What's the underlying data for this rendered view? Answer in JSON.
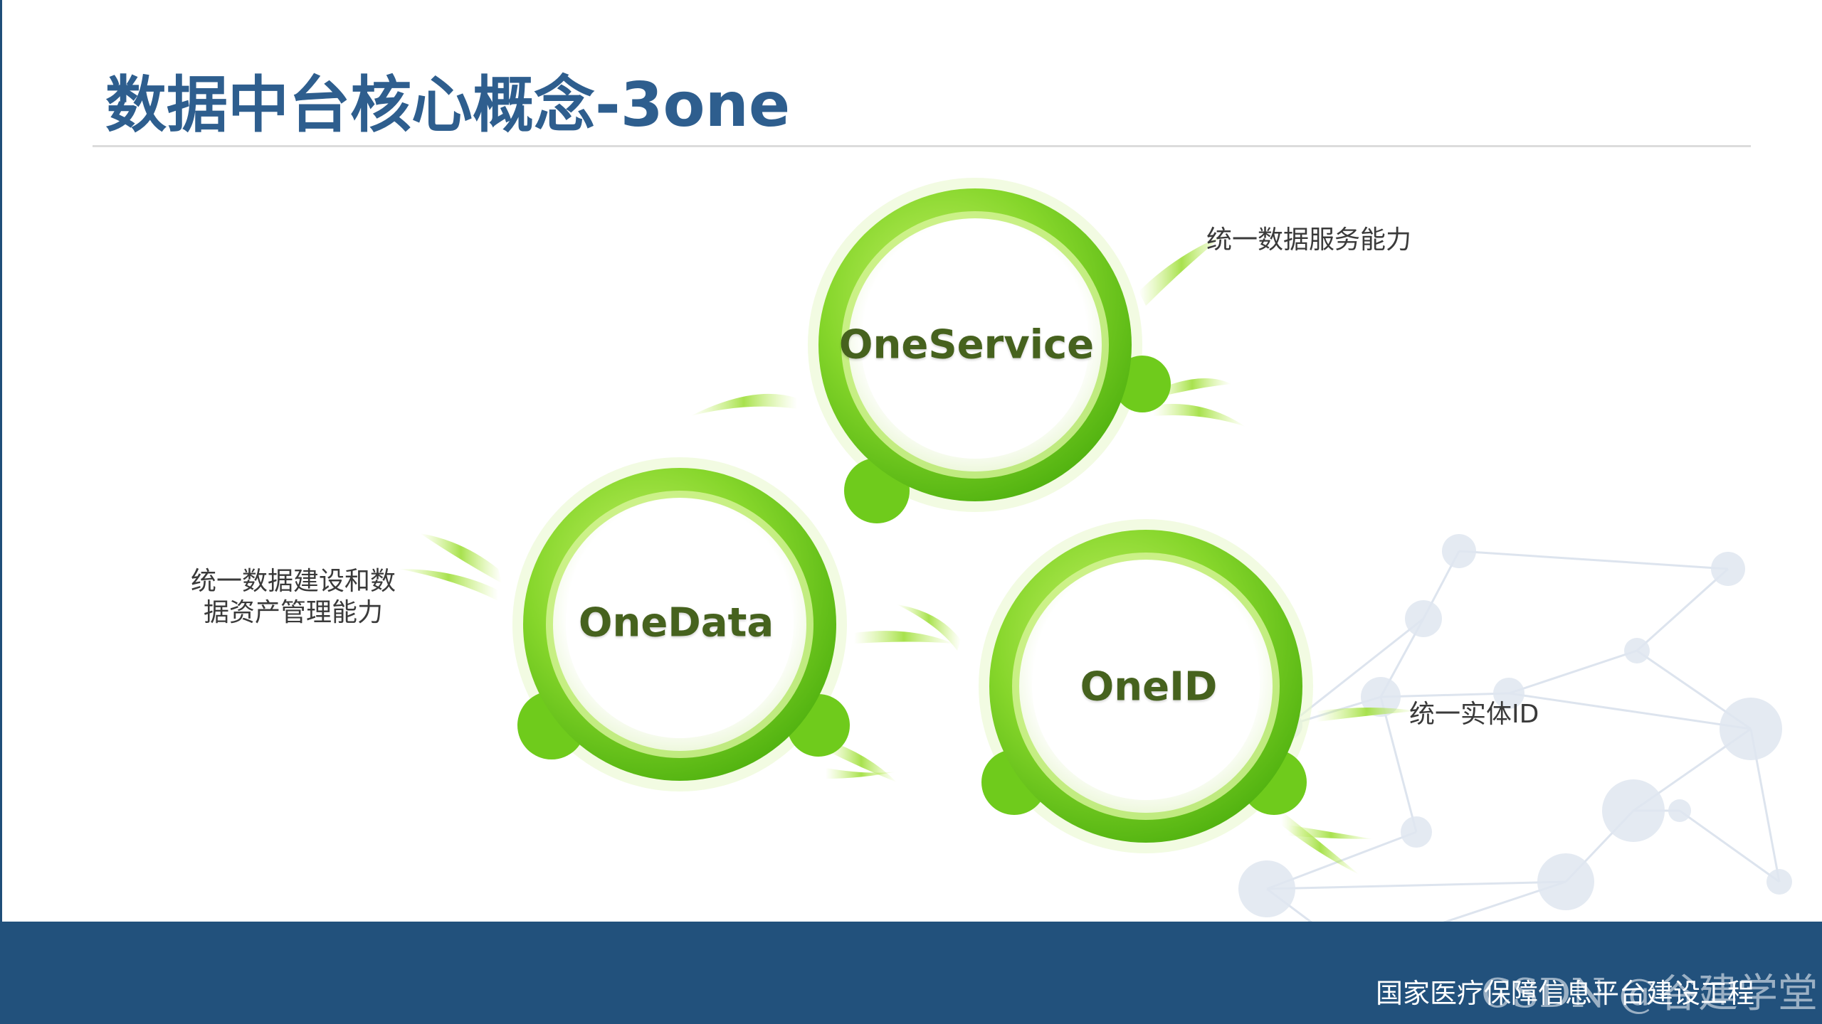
{
  "slide": {
    "title": "数据中台核心概念-3one",
    "circles": [
      {
        "id": "oneservice",
        "label": "OneService",
        "description_lines": [
          "统一数据服务能力"
        ]
      },
      {
        "id": "onedata",
        "label": "OneData",
        "description_lines": [
          "统一数据建设和数",
          "据资产管理能力"
        ]
      },
      {
        "id": "oneid",
        "label": "OneID",
        "description_lines": [
          "统一实体ID"
        ]
      }
    ],
    "footer": {
      "text": "国家医疗保障信息平台建设工程"
    },
    "watermark": "CSDN @谷建学堂"
  },
  "colors": {
    "title": "#2e5e8e",
    "footer_bar": "#22517c",
    "ring_dark": "#5cbf14",
    "ring_light": "#b9ec55",
    "label_text": "#46621e",
    "network_node": "#dfe6f0"
  },
  "icons": {
    "network": "network-graph-icon"
  }
}
